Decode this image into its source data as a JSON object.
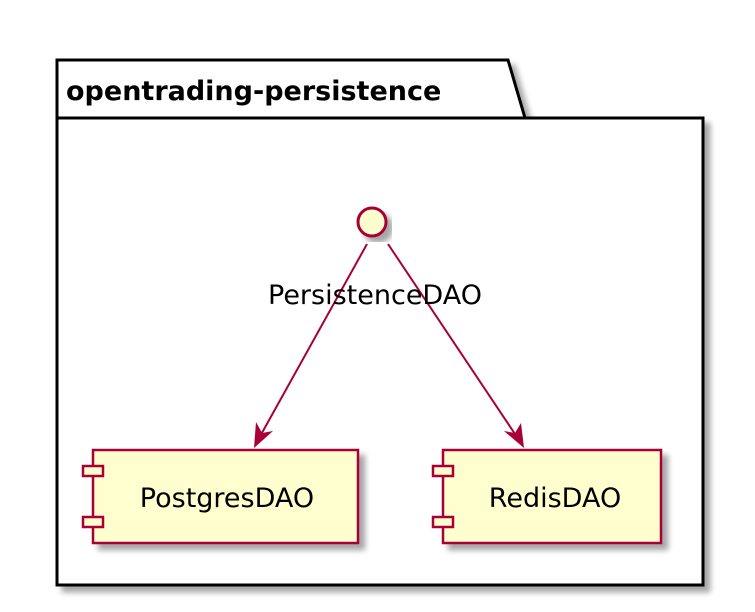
{
  "package": {
    "title": "opentrading-persistence"
  },
  "interface": {
    "label": "PersistenceDAO"
  },
  "components": [
    {
      "label": "PostgresDAO"
    },
    {
      "label": "RedisDAO"
    }
  ],
  "colors": {
    "node_fill": "#FEFECE",
    "node_border": "#A80036",
    "edge": "#A80036",
    "package_border": "#000000",
    "shadow": "#C8C8C8"
  }
}
